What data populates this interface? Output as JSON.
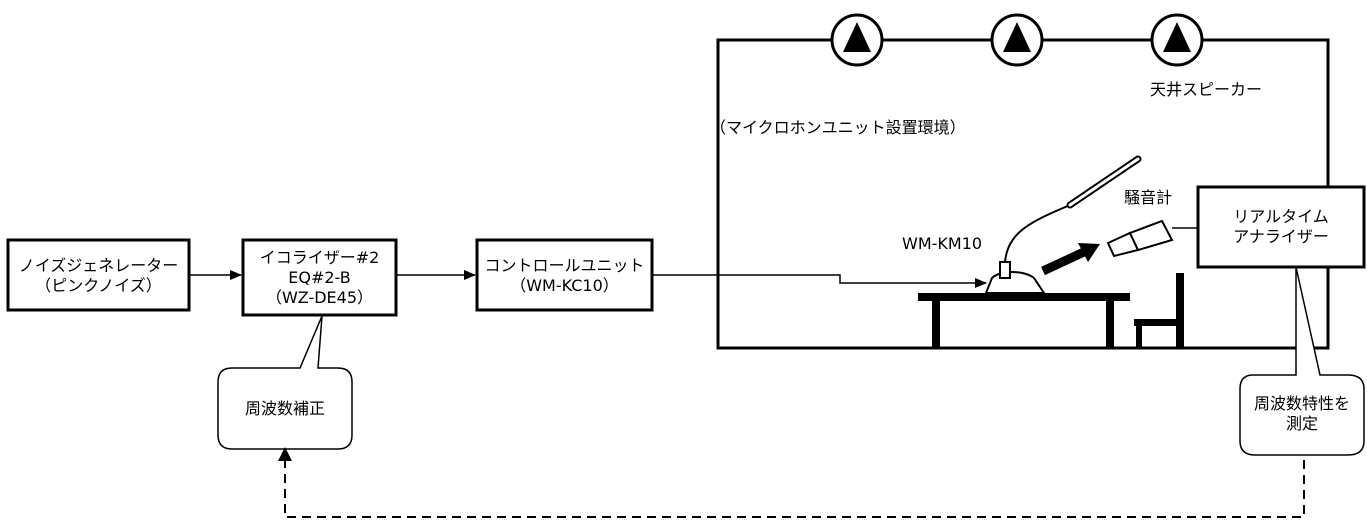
{
  "blocks": {
    "noise_gen": {
      "line1": "ノイズジェネレーター",
      "line2": "（ピンクノイズ）"
    },
    "equalizer": {
      "line1": "イコライザー#2",
      "line2": "EQ#2-B",
      "line3": "（WZ-DE45）"
    },
    "control_unit": {
      "line1": "コントロールユニット",
      "line2": "（WM-KC10）"
    },
    "analyzer": {
      "line1": "リアルタイム",
      "line2": "アナライザー"
    }
  },
  "callouts": {
    "freq_correction": "周波数補正",
    "freq_measure_line1": "周波数特性を",
    "freq_measure_line2": "測定"
  },
  "room": {
    "environment_label": "（マイクロホンユニット設置環境）",
    "speaker_label": "天井スピーカー",
    "mic_label": "WM-KM10",
    "sound_meter_label": "騒音計"
  }
}
